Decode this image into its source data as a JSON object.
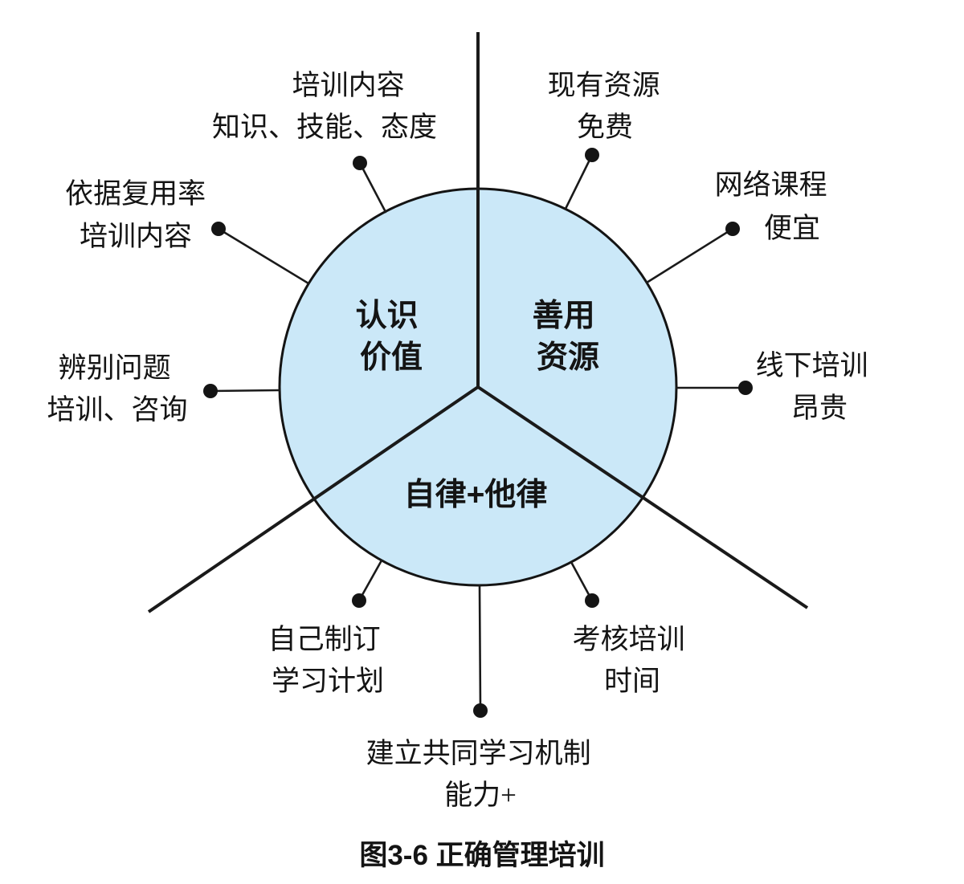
{
  "diagram": {
    "caption": "图3-6 正确管理培训",
    "colors": {
      "circle_fill": "#cbe8f8",
      "line": "#1a1a1a"
    },
    "sectors": {
      "top_left": {
        "line1": "认识",
        "line2": "价值"
      },
      "top_right": {
        "line1": "善用",
        "line2": "资源"
      },
      "bottom": {
        "line1": "自律+他律"
      }
    },
    "spokes": [
      {
        "line1": "培训内容",
        "line2": "知识、技能、态度"
      },
      {
        "line1": "现有资源",
        "line2": "免费"
      },
      {
        "line1": "网络课程",
        "line2": "便宜"
      },
      {
        "line1": "线下培训",
        "line2": "昂贵"
      },
      {
        "line1": "依据复用率",
        "line2": "培训内容"
      },
      {
        "line1": "辨别问题",
        "line2": "培训、咨询"
      },
      {
        "line1": "自己制订",
        "line2": "学习计划"
      },
      {
        "line1": "考核培训",
        "line2": "时间"
      },
      {
        "line1": "建立共同学习机制",
        "line2": "能力+"
      }
    ]
  }
}
